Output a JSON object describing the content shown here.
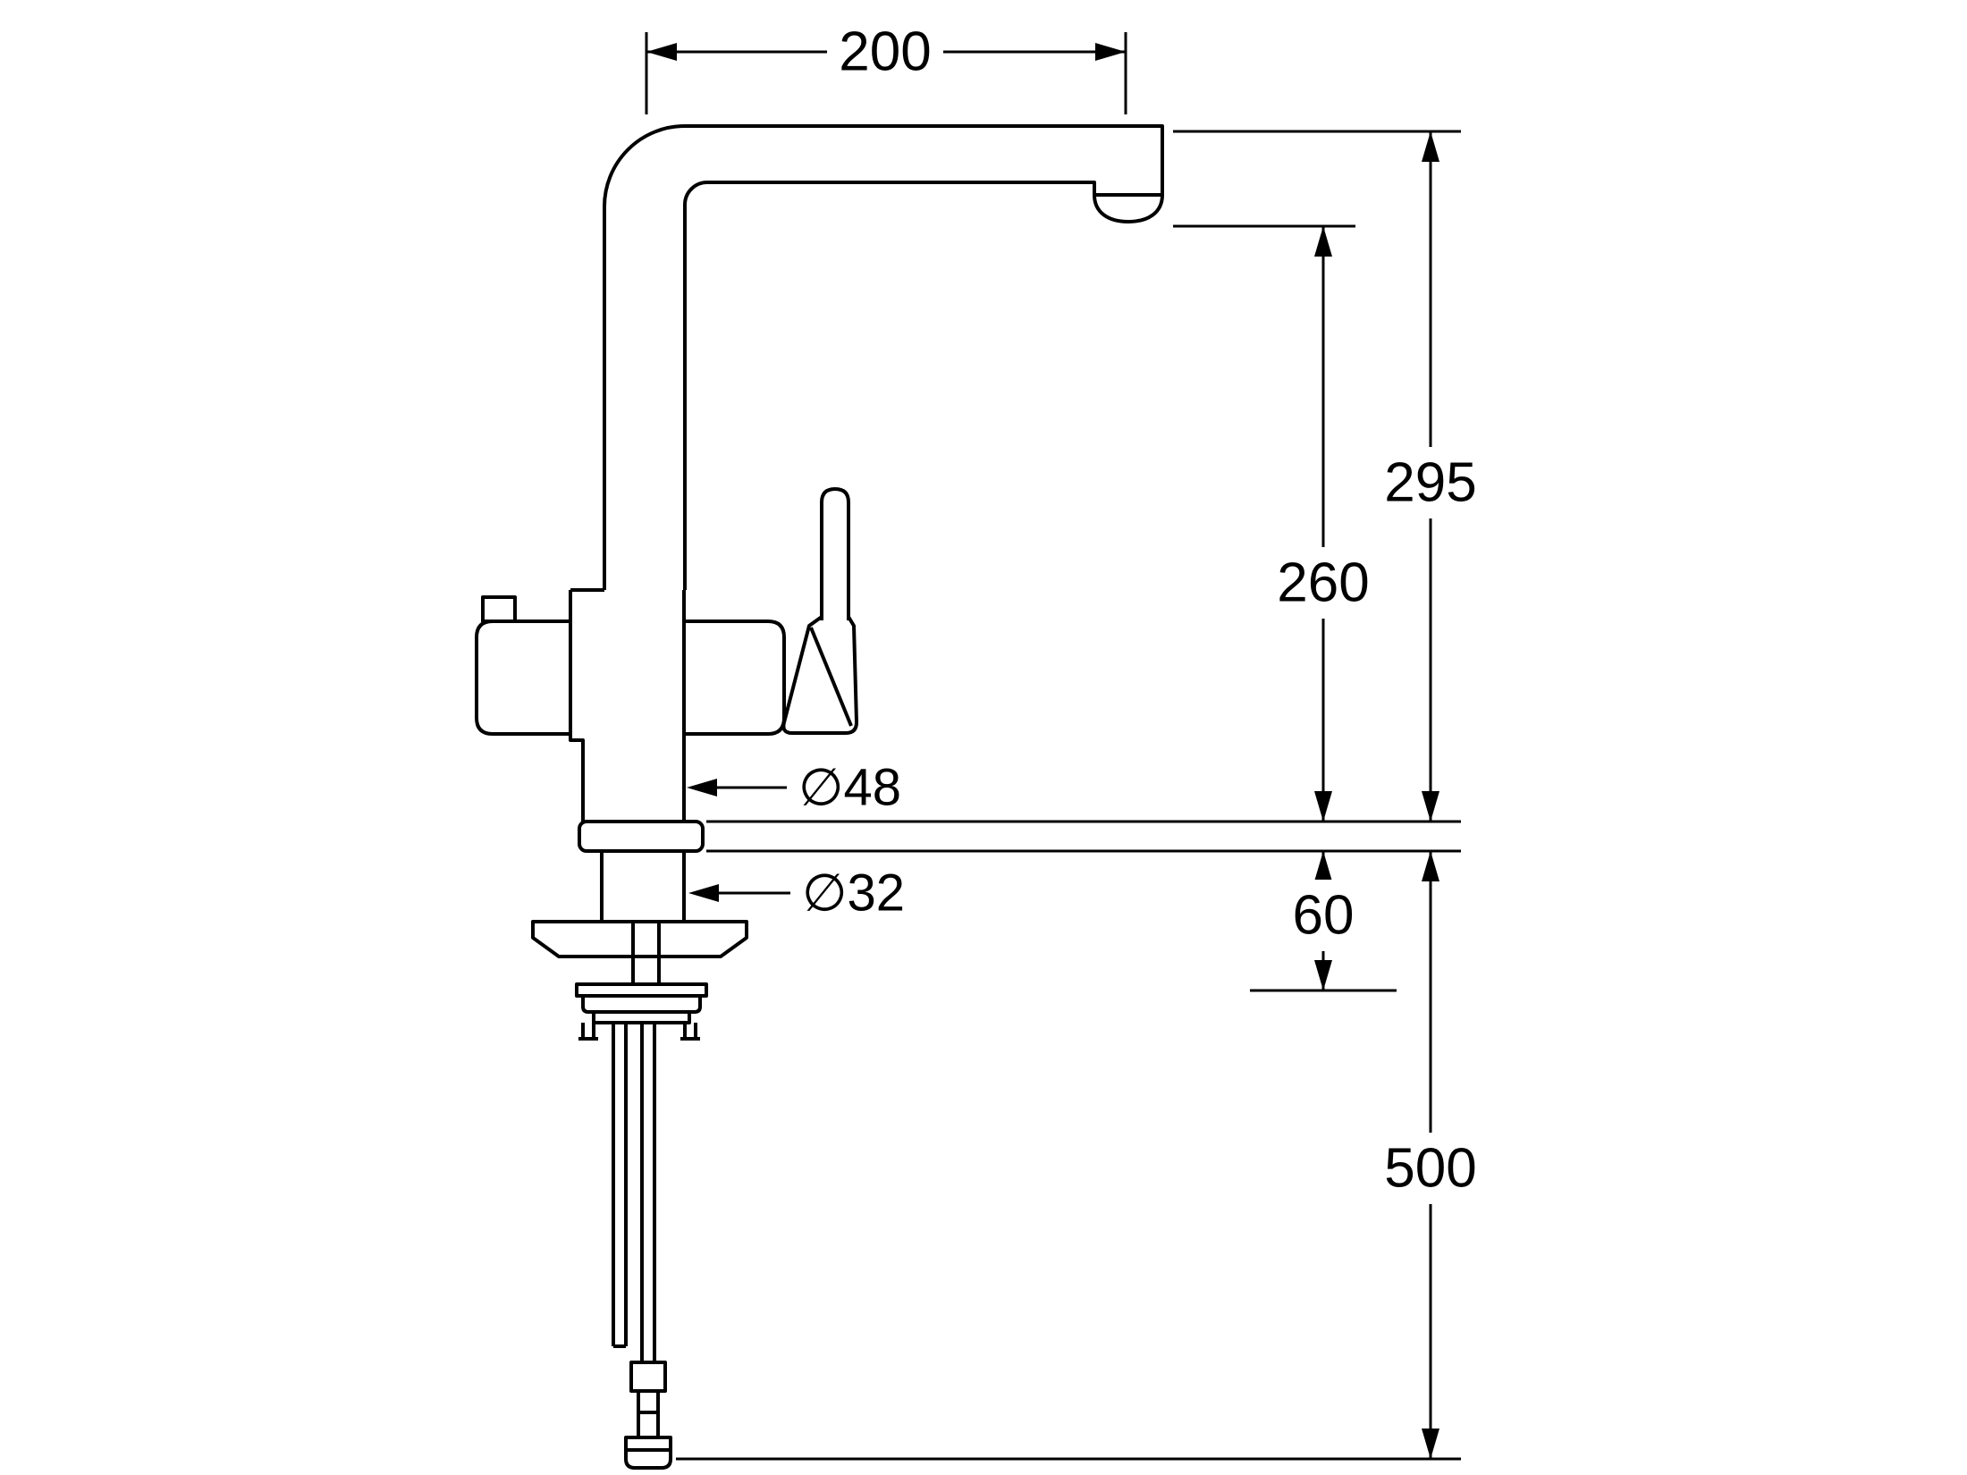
{
  "drawing": {
    "type": "technical-dimension-drawing",
    "subject": "single-lever kitchen faucet, side view",
    "colors": {
      "background": "#ffffff",
      "line": "#000000"
    }
  },
  "labels": {
    "width_200": "200",
    "height_295": "295",
    "height_260": "260",
    "depth_60": "60",
    "length_500": "500",
    "dia_48": "∅48",
    "dia_32": "∅32"
  }
}
